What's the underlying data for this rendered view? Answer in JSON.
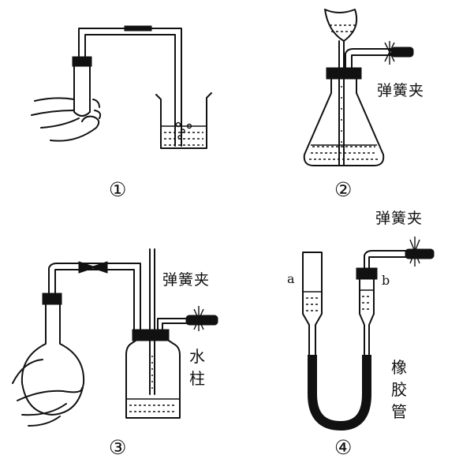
{
  "figures": [
    {
      "id": "fig1",
      "number": "①"
    },
    {
      "id": "fig2",
      "number": "②",
      "clip_label": "弹簧夹"
    },
    {
      "id": "fig3",
      "number": "③",
      "clip_label": "弹簧夹",
      "column_label": "水柱"
    },
    {
      "id": "fig4",
      "number": "④",
      "clip_label": "弹簧夹",
      "tube_a_label": "a",
      "tube_b_label": "b",
      "hose_label": "橡胶管"
    }
  ],
  "colors": {
    "ink": "#111111",
    "paper": "#ffffff"
  }
}
